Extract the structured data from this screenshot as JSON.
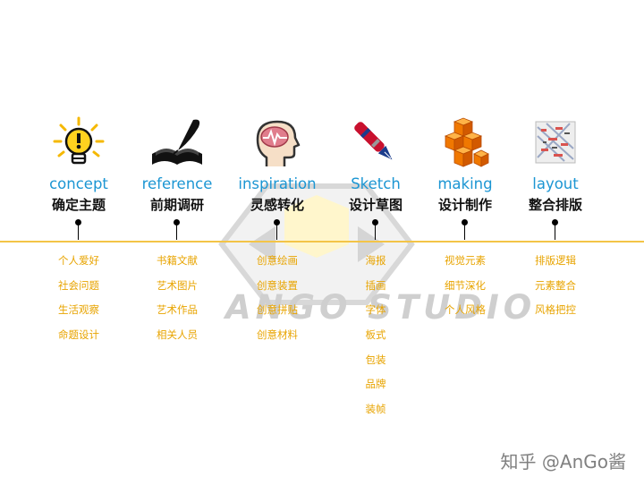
{
  "watermark": {
    "text": "ANGO STUDIO"
  },
  "brand": {
    "text": "知乎 @AnGo酱"
  },
  "colors": {
    "accent_blue": "#1c96d3",
    "item_orange": "#e8a400",
    "timeline_yellow": "#f3c447"
  },
  "stages": [
    {
      "icon": "lightbulb-icon",
      "en": "concept",
      "zh": "确定主题",
      "items": [
        "个人爱好",
        "社会问题",
        "生活观察",
        "命题设计"
      ]
    },
    {
      "icon": "open-book-quill-icon",
      "en": "reference",
      "zh": "前期调研",
      "items": [
        "书籍文献",
        "艺术图片",
        "艺术作品",
        "相关人员"
      ]
    },
    {
      "icon": "brain-head-icon",
      "en": "inspiration",
      "zh": "灵感转化",
      "items": [
        "创意绘画",
        "创意装置",
        "创意拼贴",
        "创意材料"
      ]
    },
    {
      "icon": "pen-icon",
      "en": "Sketch",
      "zh": "设计草图",
      "items": [
        "海报",
        "插画",
        "字体",
        "板式",
        "包装",
        "品牌",
        "装帧"
      ]
    },
    {
      "icon": "cubes-icon",
      "en": "making",
      "zh": "设计制作",
      "items": [
        "视觉元素",
        "细节深化",
        "个人风格"
      ]
    },
    {
      "icon": "layout-collage-icon",
      "en": "layout",
      "zh": "整合排版",
      "items": [
        "排版逻辑",
        "元素整合",
        "风格把控"
      ]
    }
  ]
}
